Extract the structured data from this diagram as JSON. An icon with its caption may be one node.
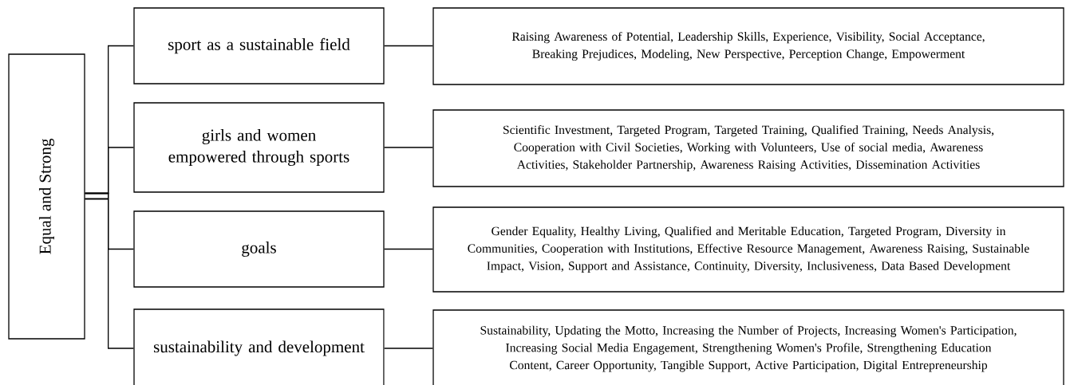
{
  "diagram": {
    "nodes": [
      {
        "text": [
          "Equal and Strong"
        ]
      },
      {
        "text": [
          "sport as a sustainable field"
        ]
      },
      {
        "text": [
          "girls and women empowered through sports"
        ]
      },
      {
        "text": [
          "goals"
        ]
      },
      {
        "text": [
          "sustainability and development"
        ]
      },
      {
        "text": [
          "Raising Awareness of Potential, Leadership Skills, Experience, Visibility, Social Acceptance, Breaking Prejudices, Modeling, New Perspective, Perception Change, Empowerment"
        ]
      },
      {
        "text": [
          "Scientific Investment, Targeted Program, Targeted Training, Qualified Training, Needs Analysis, Cooperation with Civil Societies, Working with Volunteers, Use of social media, Awareness Activities, Stakeholder Partnership, Awareness Raising Activities, Dissemination Activities"
        ]
      },
      {
        "text": [
          "Gender Equality, Healthy Living, Qualified and Meritable Education, Targeted Program, Diversity in Communities, Cooperation with Institutions, Effective Resource Management, Awareness Raising, Sustainable Impact, Vision, Support and Assistance, Continuity, Diversity, Inclusiveness, Data Based Development"
        ]
      },
      {
        "text": [
          "Sustainability, Updating the Motto, Increasing the Number of Projects, Increasing Women's Participation, Increasing Social Media Engagement, Strengthening Women's Profile, Strengthening Education Content, Career Opportunity, Tangible Support, Active Participation, Digital Entrepreneurship"
        ]
      }
    ],
    "edges": [
      {
        "from": 0,
        "to": 1,
        "arrow": "none"
      },
      {
        "from": 0,
        "to": 2,
        "arrow": "none"
      },
      {
        "from": 0,
        "to": 3,
        "arrow": "none"
      },
      {
        "from": 0,
        "to": 4,
        "arrow": "none"
      },
      {
        "from": 1,
        "to": 5,
        "arrow": "none"
      },
      {
        "from": 2,
        "to": 6,
        "arrow": "none"
      },
      {
        "from": 3,
        "to": 7,
        "arrow": "none"
      },
      {
        "from": 4,
        "to": 8,
        "arrow": "none"
      }
    ]
  }
}
